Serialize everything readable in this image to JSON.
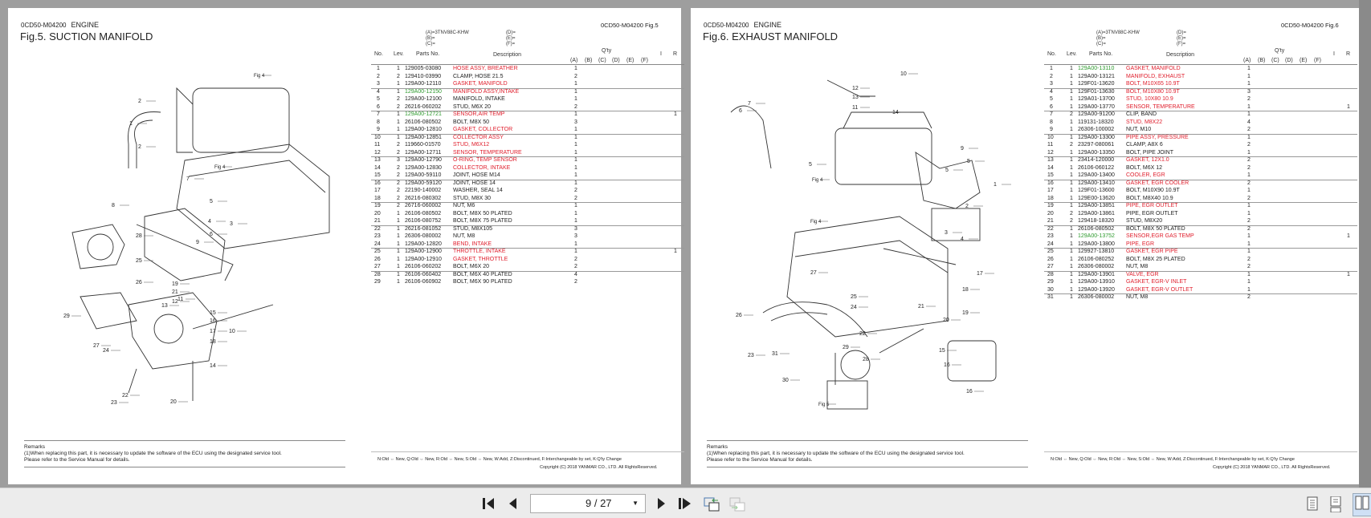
{
  "colors": {
    "red": "#e0202e",
    "green": "#2e9a2e",
    "text": "#222222"
  },
  "pages": [
    {
      "doc_code": "0CD50-M04200",
      "section": "ENGINE",
      "title": "Fig.5.  SUCTION MANIFOLD",
      "fig_ref": "0CD50-M04200   Fig.5",
      "models": {
        "a": "(A)=3TNV88C-KHW",
        "b": "(B)=",
        "c": "(C)=",
        "d": "(D)=",
        "e": "(E)=",
        "f": "(F)="
      },
      "callouts": [
        "Fig 4",
        "2",
        "1",
        "2",
        "Fig 4",
        "3",
        "4",
        "5",
        "6",
        "7",
        "8",
        "9",
        "28",
        "25",
        "26",
        "29",
        "27",
        "24",
        "10",
        "11",
        "12",
        "13",
        "15",
        "16",
        "17",
        "18",
        "14",
        "19",
        "21",
        "22",
        "23",
        "20"
      ],
      "rows": [
        [
          "1",
          "1",
          "129005-03080",
          "HOSE ASSY, BREATHER",
          "1",
          "",
          0,
          1
        ],
        [
          "2",
          "2",
          "129410-03990",
          "CLAMP, HOSE 21.5",
          "2",
          "",
          0,
          0
        ],
        [
          "3",
          "1",
          "129A00-12110",
          "GASKET, MANIFOLD",
          "1",
          "",
          0,
          1
        ],
        [
          "4",
          "1",
          "129A00-12150",
          "MANIFOLD ASSY,INTAKE",
          "1",
          "",
          1,
          1
        ],
        [
          "5",
          "2",
          "129A00-12100",
          "MANIFOLD, INTAKE",
          "1",
          "",
          0,
          0
        ],
        [
          "6",
          "2",
          "26216-060202",
          "STUD, M6X 20",
          "2",
          "",
          0,
          0
        ],
        [
          "7",
          "1",
          "129A00-12721",
          "SENSOR,AIR TEMP",
          "1",
          "1",
          1,
          1
        ],
        [
          "8",
          "1",
          "26106-080502",
          "BOLT, M8X 50",
          "3",
          "",
          0,
          0
        ],
        [
          "9",
          "1",
          "129A00-12810",
          "GASKET, COLLECTOR",
          "1",
          "",
          0,
          1
        ],
        [
          "10",
          "1",
          "129A00-12851",
          "COLLECTOR ASSY",
          "1",
          "",
          0,
          1
        ],
        [
          "11",
          "2",
          "119660-01570",
          "STUD, M6X12",
          "1",
          "",
          0,
          1
        ],
        [
          "12",
          "2",
          "129A00-12711",
          "SENSOR, TEMPERATURE",
          "1",
          "",
          0,
          1
        ],
        [
          "13",
          "3",
          "129A00-12790",
          "O-RING, TEMP SENSOR",
          "1",
          "",
          0,
          1
        ],
        [
          "14",
          "2",
          "129A00-12830",
          "COLLECTOR, INTAKE",
          "1",
          "",
          0,
          1
        ],
        [
          "15",
          "2",
          "129A00-59110",
          "JOINT, HOSE M14",
          "1",
          "",
          0,
          0
        ],
        [
          "16",
          "2",
          "129A00-59120",
          "JOINT, HOSE 14",
          "1",
          "",
          0,
          0
        ],
        [
          "17",
          "2",
          "22190-140002",
          "WASHER, SEAL 14",
          "2",
          "",
          0,
          0
        ],
        [
          "18",
          "2",
          "26216-080302",
          "STUD, M8X 30",
          "2",
          "",
          0,
          0
        ],
        [
          "19",
          "2",
          "26716-060002",
          "NUT, M6",
          "1",
          "",
          0,
          0
        ],
        [
          "20",
          "1",
          "26106-080502",
          "BOLT, M8X 50 PLATED",
          "1",
          "",
          0,
          0
        ],
        [
          "21",
          "1",
          "26106-080752",
          "BOLT, M8X 75 PLATED",
          "1",
          "",
          0,
          0
        ],
        [
          "22",
          "1",
          "26216-081052",
          "STUD, M8X105",
          "3",
          "",
          0,
          0
        ],
        [
          "23",
          "1",
          "26306-080002",
          "NUT, M8",
          "3",
          "",
          0,
          0
        ],
        [
          "24",
          "1",
          "129A00-12820",
          "BEND, INTAKE",
          "1",
          "",
          0,
          1
        ],
        [
          "25",
          "1",
          "129A00-12900",
          "THROTTLE, INTAKE",
          "1",
          "1",
          0,
          1
        ],
        [
          "26",
          "1",
          "129A00-12910",
          "GASKET, THROTTLE",
          "2",
          "",
          0,
          1
        ],
        [
          "27",
          "1",
          "26106-060202",
          "BOLT, M6X 20",
          "2",
          "",
          0,
          0
        ],
        [
          "28",
          "1",
          "26106-060402",
          "BOLT, M6X 40 PLATED",
          "4",
          "",
          0,
          0
        ],
        [
          "29",
          "1",
          "26106-060902",
          "BOLT, M6X 90 PLATED",
          "2",
          "",
          0,
          0
        ]
      ]
    },
    {
      "doc_code": "0CD50-M04200",
      "section": "ENGINE",
      "title": "Fig.6.  EXHAUST MANIFOLD",
      "fig_ref": "0CD50-M04200   Fig.6",
      "models": {
        "a": "(A)=3TNV88C-KHW",
        "b": "(B)=",
        "c": "(C)=",
        "d": "(D)=",
        "e": "(E)=",
        "f": "(F)="
      },
      "callouts": [
        "10",
        "12",
        "13",
        "11",
        "14",
        "7",
        "6",
        "5",
        "Fig 4",
        "9",
        "5",
        "5",
        "1",
        "Fig 4",
        "2",
        "3",
        "4",
        "17",
        "27",
        "25",
        "24",
        "26",
        "18",
        "19",
        "21",
        "20",
        "22",
        "23",
        "31",
        "29",
        "28",
        "16",
        "15",
        "16",
        "30",
        "Fig 5"
      ],
      "rows": [
        [
          "1",
          "1",
          "129A00-13110",
          "GASKET, MANIFOLD",
          "1",
          "",
          1,
          1
        ],
        [
          "2",
          "1",
          "129A00-13121",
          "MANIFOLD, EXHAUST",
          "1",
          "",
          0,
          1
        ],
        [
          "3",
          "1",
          "129F01-13620",
          "BOLT, M10X65 10.9T",
          "1",
          "",
          0,
          1
        ],
        [
          "4",
          "1",
          "129F01-13630",
          "BOLT, M10X80 10.9T",
          "3",
          "",
          0,
          1
        ],
        [
          "5",
          "1",
          "129A01-13700",
          "STUD, 10X80 10.9",
          "2",
          "",
          0,
          1
        ],
        [
          "6",
          "1",
          "129A00-13770",
          "SENSOR, TEMPERATURE",
          "1",
          "1",
          0,
          1
        ],
        [
          "7",
          "2",
          "129A00-91200",
          "CLIP, BAND",
          "1",
          "",
          0,
          0
        ],
        [
          "8",
          "1",
          "119131-18320",
          "STUD, M8X22",
          "4",
          "",
          0,
          1
        ],
        [
          "9",
          "1",
          "26306-100002",
          "NUT, M10",
          "2",
          "",
          0,
          0
        ],
        [
          "10",
          "1",
          "129A00-13300",
          "PIPE ASSY, PRESSURE",
          "1",
          "",
          0,
          1
        ],
        [
          "11",
          "2",
          "23297-080061",
          "CLAMP, A8X 6",
          "2",
          "",
          0,
          0
        ],
        [
          "12",
          "1",
          "129A00-13350",
          "BOLT, PIPE JOINT",
          "1",
          "",
          0,
          0
        ],
        [
          "13",
          "1",
          "23414-120000",
          "GASKET, 12X1.0",
          "2",
          "",
          0,
          1
        ],
        [
          "14",
          "1",
          "26106-060122",
          "BOLT, M6X 12",
          "2",
          "",
          0,
          0
        ],
        [
          "15",
          "1",
          "129A00-13400",
          "COOLER, EGR",
          "1",
          "",
          0,
          1
        ],
        [
          "16",
          "1",
          "129A00-13410",
          "GASKET, EGR COOLER",
          "2",
          "",
          0,
          1
        ],
        [
          "17",
          "1",
          "129F01-13600",
          "BOLT, M10X90 10.9T",
          "1",
          "",
          0,
          0
        ],
        [
          "18",
          "1",
          "129E00-13620",
          "BOLT, M8X40 10.9",
          "2",
          "",
          0,
          0
        ],
        [
          "19",
          "1",
          "129A00-13851",
          "PIPE, EGR OUTLET",
          "1",
          "",
          0,
          1
        ],
        [
          "20",
          "2",
          "129A00-13861",
          "PIPE, EGR OUTLET",
          "1",
          "",
          0,
          0
        ],
        [
          "21",
          "2",
          "129418-18320",
          "STUD, M8X20",
          "2",
          "",
          0,
          0
        ],
        [
          "22",
          "1",
          "26106-080502",
          "BOLT, M8X 50 PLATED",
          "2",
          "",
          0,
          0
        ],
        [
          "23",
          "1",
          "129A00-13752",
          "SENSOR,EGR GAS TEMP",
          "1",
          "1",
          1,
          1
        ],
        [
          "24",
          "1",
          "129A00-13800",
          "PIPE, EGR",
          "1",
          "",
          0,
          1
        ],
        [
          "25",
          "1",
          "129927-13810",
          "GASKET, EGR PIPE",
          "1",
          "",
          0,
          1
        ],
        [
          "26",
          "1",
          "26106-080252",
          "BOLT, M8X 25 PLATED",
          "2",
          "",
          0,
          0
        ],
        [
          "27",
          "1",
          "26306-080002",
          "NUT, M8",
          "2",
          "",
          0,
          0
        ],
        [
          "28",
          "1",
          "129A00-13901",
          "VALVE, EGR",
          "1",
          "1",
          0,
          1
        ],
        [
          "29",
          "1",
          "129A00-13910",
          "GASKET, EGR-V INLET",
          "1",
          "",
          0,
          1
        ],
        [
          "30",
          "1",
          "129A00-13920",
          "GASKET, EGR-V OUTLET",
          "1",
          "",
          0,
          1
        ],
        [
          "31",
          "1",
          "26306-080002",
          "NUT, M8",
          "2",
          "",
          0,
          0
        ]
      ]
    }
  ],
  "table_headers": {
    "no": "No.",
    "lev": "Lev.",
    "parts": "Parts No.",
    "desc": "Description",
    "qty": "Q'ty",
    "a": "(A)",
    "b": "(B)",
    "c": "(C)",
    "d": "(D)",
    "e": "(E)",
    "f": "(F)",
    "i": "I",
    "r": "R"
  },
  "remarks": {
    "label": "Remarks",
    "line1": "(1)When replacing this part, it is necessary to update the software of the ECU using the designated service tool.",
    "line2": "Please refer to the Service Manual for details."
  },
  "legend": "N:Old ⇔ New, Q:Old ⇔ New, R:Old ⇔ New, S:Old ⇔ New, W:Add, Z:Discontinued, F:Interchangeable by set, K:Q'ty Change",
  "copyright": "Copyright (C) 2018 YANMAR CO., LTD. All RightsReserved.",
  "toolbar": {
    "page_value": "9 / 27",
    "first": "⏮",
    "prev": "◀",
    "next": "▶",
    "last": "⏭"
  }
}
